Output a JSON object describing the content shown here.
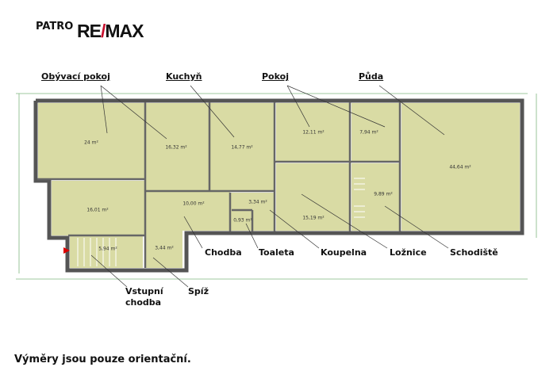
{
  "header": {
    "title": "PATRO",
    "logo": "RE/MAX"
  },
  "colors": {
    "room_fill": "#d9dba4",
    "wall": "#555555",
    "dimension": "#7fb87f",
    "logo_red": "#c8102e"
  },
  "rooms": [
    {
      "id": "obyvaci",
      "area": "24 m²"
    },
    {
      "id": "pokoj-stred",
      "area": "16,32 m²"
    },
    {
      "id": "kuchyn",
      "area": "14,77 m²"
    },
    {
      "id": "pokoj-1",
      "area": "12,11 m²"
    },
    {
      "id": "pokoj-2",
      "area": "7,94 m²"
    },
    {
      "id": "puda",
      "area": "44,64 m²"
    },
    {
      "id": "pokoj-dolni",
      "area": "16,01 m²"
    },
    {
      "id": "chodba",
      "area": "10,00 m²"
    },
    {
      "id": "koupelna",
      "area": "3,34 m²"
    },
    {
      "id": "toaleta",
      "area": "0,93 m²"
    },
    {
      "id": "loznice",
      "area": "15,19 m²"
    },
    {
      "id": "schodiste",
      "area": "9,89 m²"
    },
    {
      "id": "vstupni-chodba",
      "area": "5,94 m²"
    },
    {
      "id": "spiz",
      "area": "3,44 m²"
    }
  ],
  "labels": {
    "obyvaci": "Obývací pokoj",
    "kuchyn": "Kuchyň",
    "pokoj": "Pokoj",
    "puda": "Půda",
    "chodba": "Chodba",
    "toaleta": "Toaleta",
    "koupelna": "Koupelna",
    "loznice": "Ložnice",
    "schodiste": "Schodiště",
    "vstupni1": "Vstupní",
    "vstupni2": "chodba",
    "spiz": "Spíž"
  },
  "footer": "Výměry jsou pouze orientační."
}
